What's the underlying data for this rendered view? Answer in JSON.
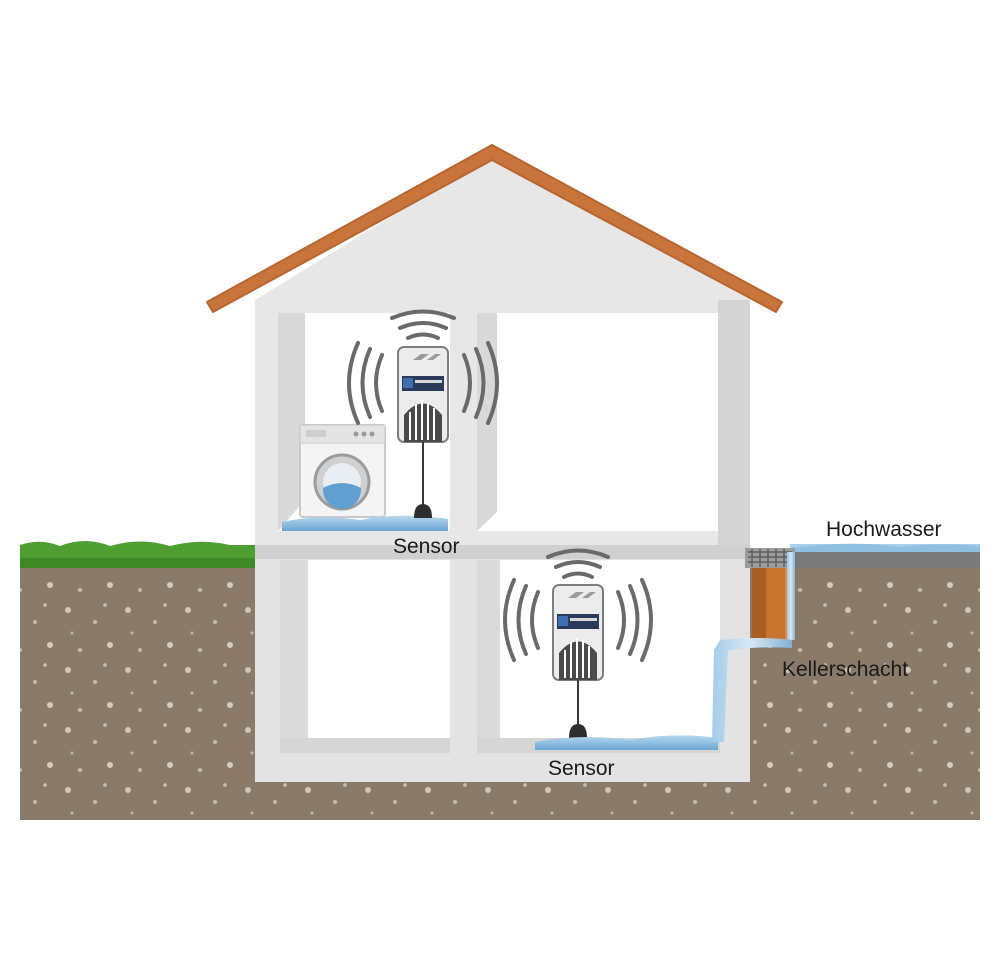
{
  "labels": {
    "sensor_upper": "Sensor",
    "sensor_lower": "Sensor",
    "flood": "Hochwasser",
    "shaft": "Kellerschacht"
  },
  "colors": {
    "roof": "#c8743a",
    "wall": "#e6e6e6",
    "wall_shade": "#d2d2d2",
    "room": "#ffffff",
    "soil": "#8a7a6a",
    "grass": "#4a9a30",
    "water": "#8fc0e2",
    "device_body": "#ededed",
    "signal_waves": "#6a6a6a"
  },
  "icons": {
    "upper_device": "water-detector-icon",
    "lower_device": "water-detector-icon",
    "appliance": "washing-machine-icon"
  }
}
